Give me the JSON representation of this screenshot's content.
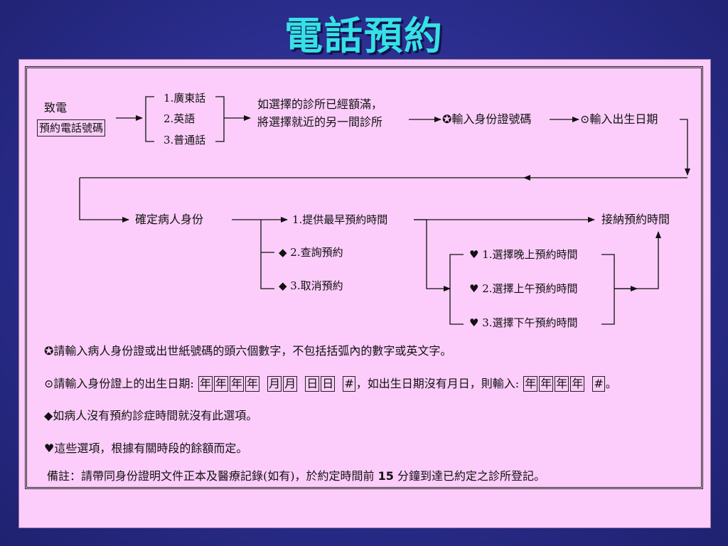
{
  "title": "電話預約",
  "call": {
    "label": "致電",
    "box": "預約電話號碼"
  },
  "languages": [
    "1.廣東話",
    "2.英語",
    "3.普通話"
  ],
  "full_clinic": {
    "line1": "如選擇的診所已經額滿，",
    "line2": "將選擇就近的另一間診所"
  },
  "step_id": "✪輸入身份證號碼",
  "step_dob": "⊙輸入出生日期",
  "confirm": "確定病人身份",
  "options": {
    "earliest": "1.提供最早預約時間",
    "check": "◆ 2.查詢預約",
    "cancel": "◆ 3.取消預約"
  },
  "accept": "接納預約時間",
  "time_choices": [
    "♥ 1.選擇晚上預約時間",
    "♥ 2.選擇上午預約時間",
    "♥ 3.選擇下午預約時間"
  ],
  "notes": {
    "id_note": "✪請輸入病人身份證或出世紙號碼的頭六個數字，不包括括弧內的數字或英文字。",
    "dob_prefix": "⊙請輸入身份證上的出生日期:",
    "dob_year": [
      "年",
      "年",
      "年",
      "年"
    ],
    "dob_month": [
      "月",
      "月"
    ],
    "dob_day": [
      "日",
      "日"
    ],
    "hash": "#",
    "dob_middle": "，如出生日期沒有月日，則輸入:",
    "dob_end": "。",
    "diamond_note": "◆如病人沒有預約診症時間就沒有此選項。",
    "heart_note": "♥這些選項，根據有關時段的餘額而定。",
    "remark_prefix": "備註：請帶同身份證明文件正本及醫療記錄(如有)，於約定時間前",
    "remark_minutes": "15",
    "remark_suffix": "分鐘到達已約定之診所登記。"
  }
}
